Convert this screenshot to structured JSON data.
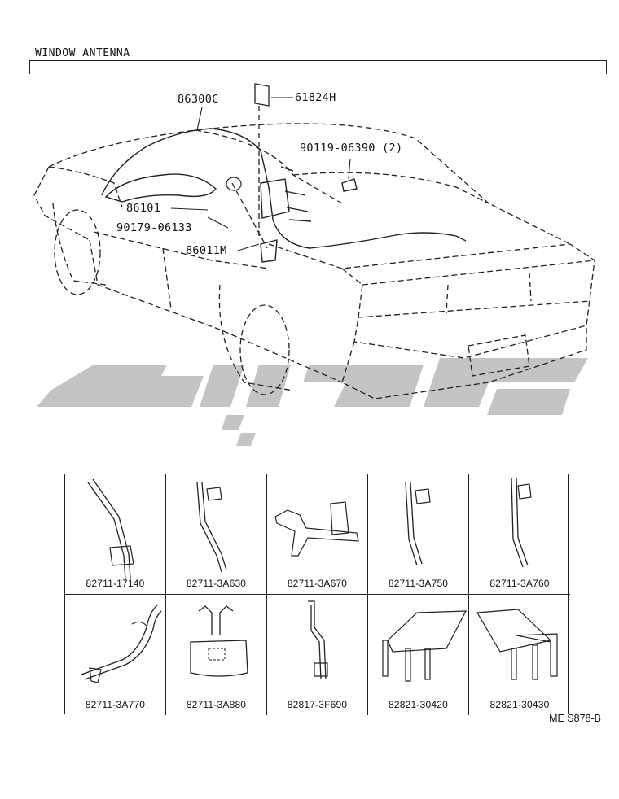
{
  "header": {
    "title": "WINDOW ANTENNA"
  },
  "callouts": [
    {
      "id": "c1",
      "text": "86300C"
    },
    {
      "id": "c2",
      "text": "61824H"
    },
    {
      "id": "c3",
      "text": "90119-06390 (2)"
    },
    {
      "id": "c4",
      "text": "86101"
    },
    {
      "id": "c5",
      "text": "90179-06133"
    },
    {
      "id": "c6",
      "text": "86011M"
    }
  ],
  "parts": [
    {
      "number": "82711-17140"
    },
    {
      "number": "82711-3A630"
    },
    {
      "number": "82711-3A670"
    },
    {
      "number": "82711-3A750"
    },
    {
      "number": "82711-3A760"
    },
    {
      "number": "82711-3A770"
    },
    {
      "number": "82711-3A880"
    },
    {
      "number": "82817-3F690"
    },
    {
      "number": "82821-30420"
    },
    {
      "number": "82821-30430"
    }
  ],
  "footer": {
    "code": "ME S878-B"
  },
  "watermark": {
    "color": "#bdbdbd"
  }
}
